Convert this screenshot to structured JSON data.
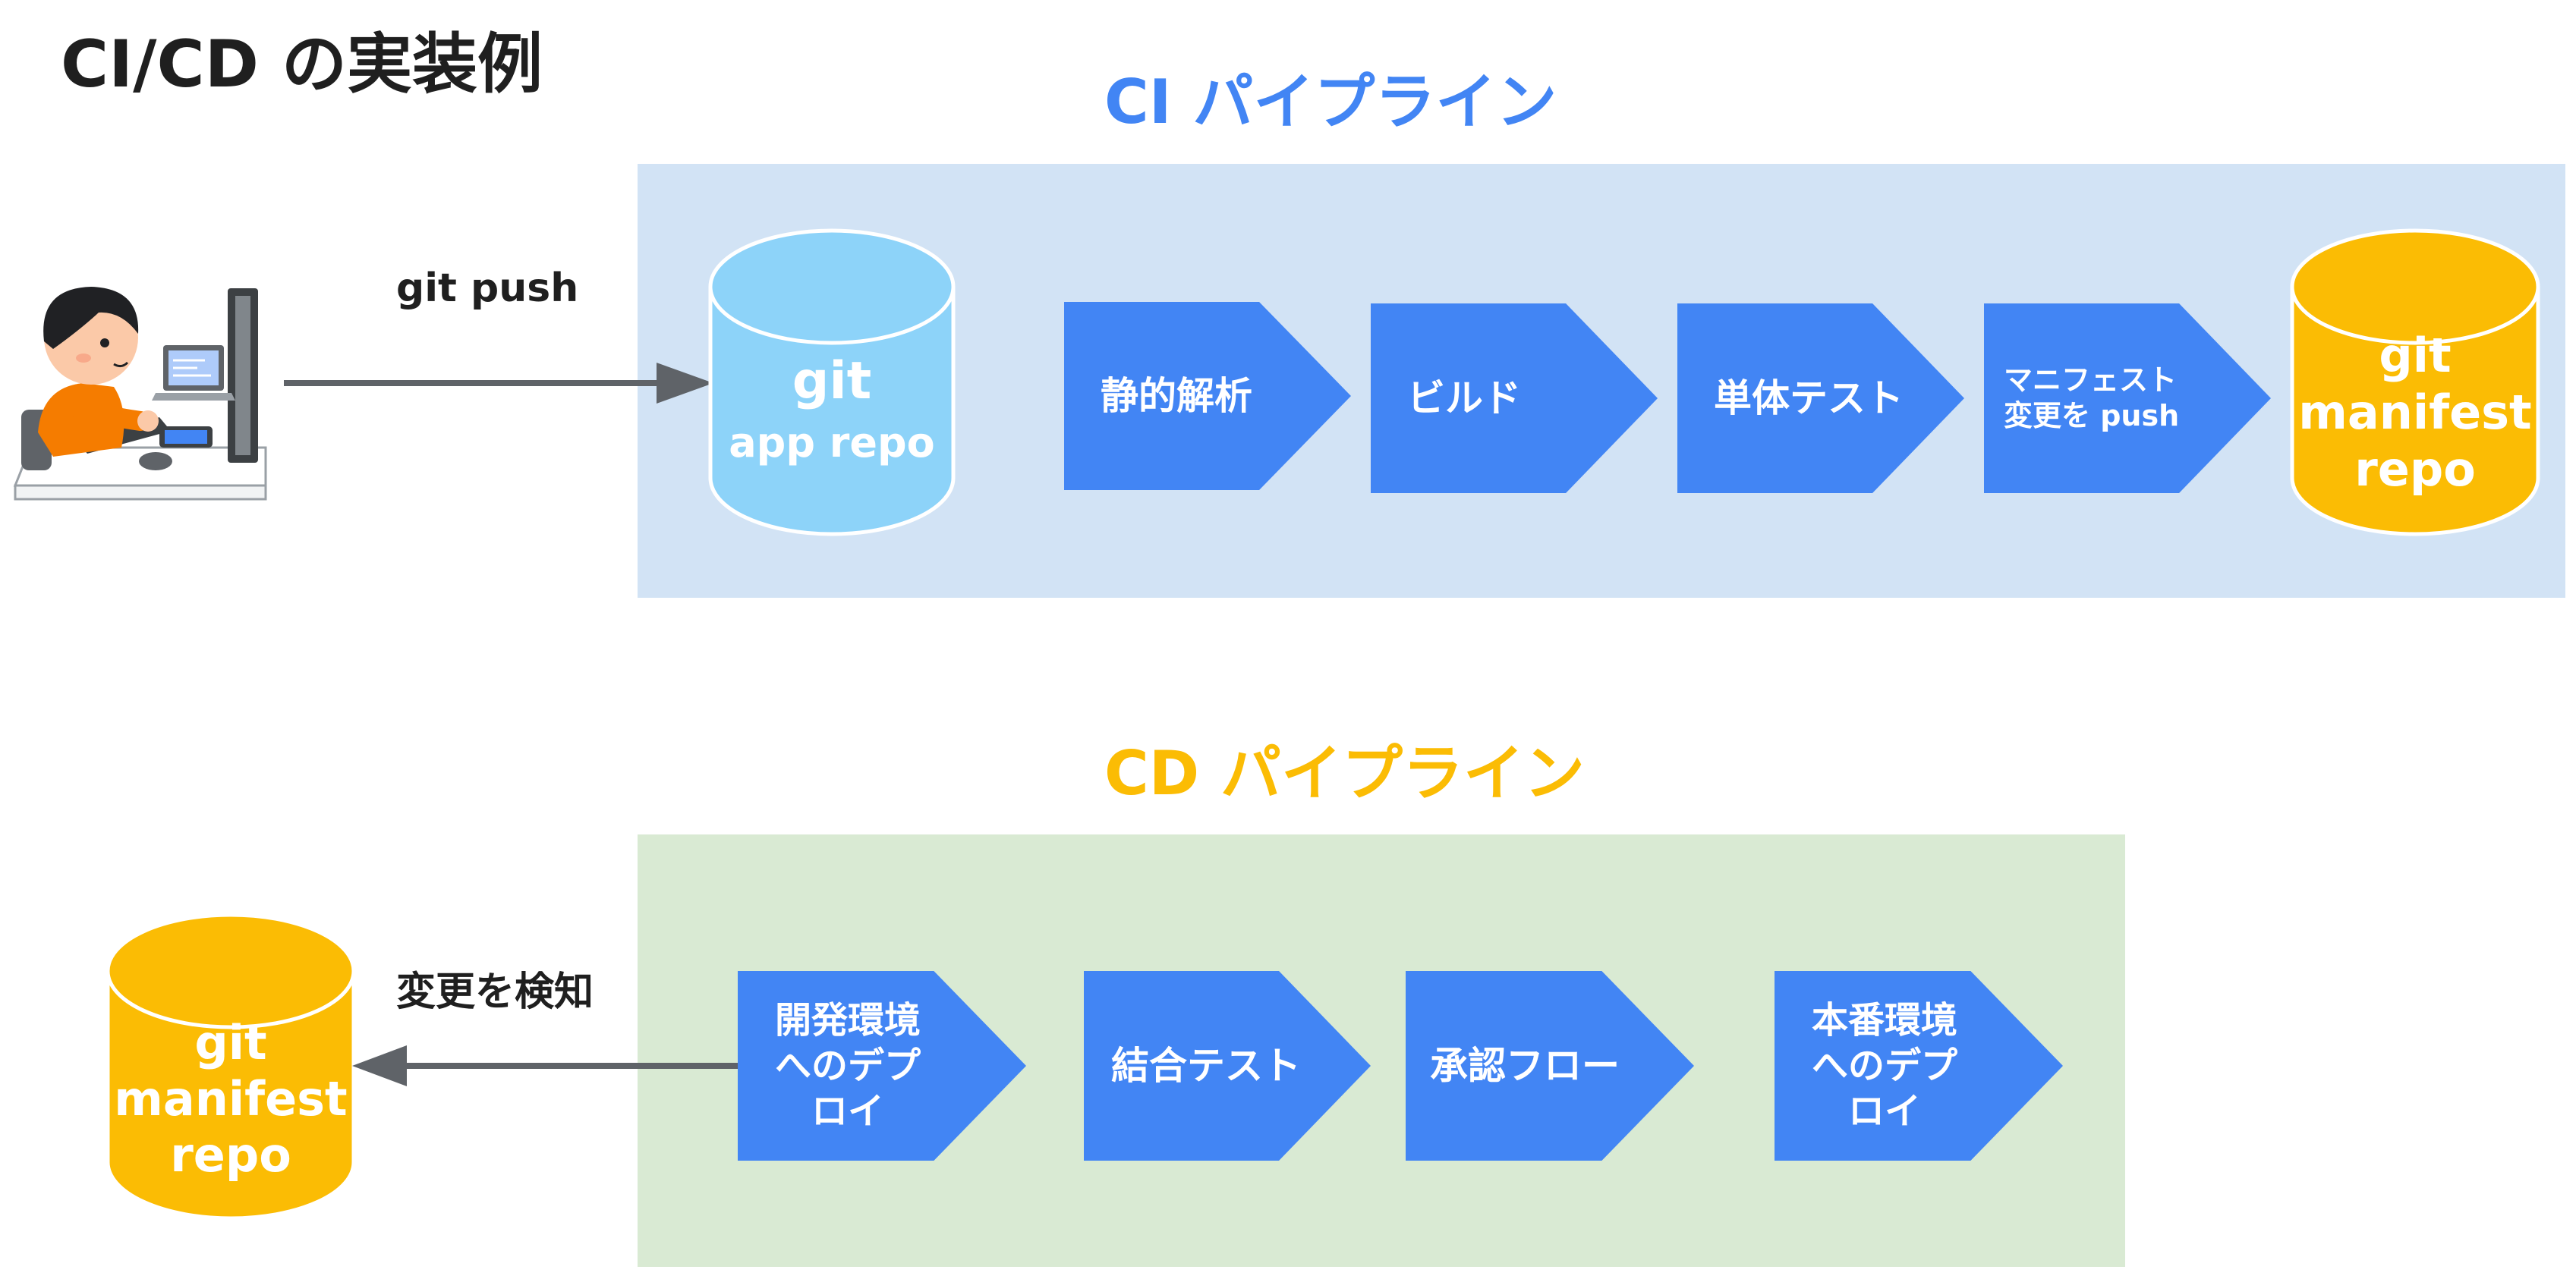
{
  "title": "CI/CD の実装例",
  "ci": {
    "section_title": "CI パイプライン",
    "push_label": "git push",
    "app_repo": {
      "line1": "git",
      "line2": "app repo"
    },
    "stages": [
      "静的解析",
      "ビルド",
      "単体テスト",
      "マニフェスト 変更を push"
    ],
    "manifest_repo": {
      "line1": "git",
      "line2": "manifest",
      "line3": "repo"
    }
  },
  "cd": {
    "section_title": "CD パイプライン",
    "detect_label": "変更を検知",
    "manifest_repo": {
      "line1": "git",
      "line2": "manifest",
      "line3": "repo"
    },
    "stages": [
      "開発環境へのデプロイ",
      "結合テスト",
      "承認フロー",
      "本番環境へのデプロイ"
    ]
  },
  "colors": {
    "ci_accent": "#4285f4",
    "cd_accent": "#fbbc04",
    "ci_panel": "#d2e3f5",
    "cd_panel": "#d9ead3",
    "app_repo": "#8dd3f9",
    "manifest_repo": "#fbbc04",
    "arrow": "#5f6368"
  }
}
